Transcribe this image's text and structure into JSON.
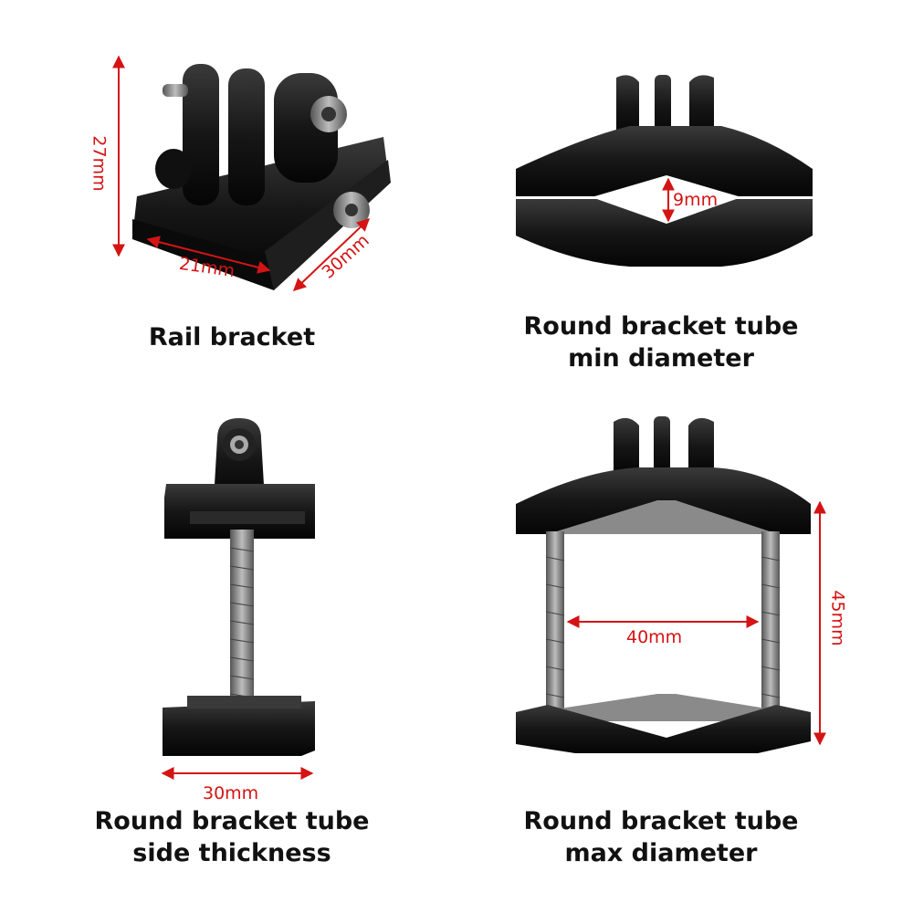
{
  "panels": [
    {
      "caption": [
        "Rail bracket"
      ],
      "dimensions": {
        "height": "27mm",
        "width": "21mm",
        "depth": "30mm"
      }
    },
    {
      "caption": [
        "Round bracket tube",
        "min diameter"
      ],
      "dimensions": {
        "gap": "9mm"
      }
    },
    {
      "caption": [
        "Round bracket tube",
        "side thickness"
      ],
      "dimensions": {
        "thickness": "30mm"
      }
    },
    {
      "caption": [
        "Round bracket tube",
        "max diameter"
      ],
      "dimensions": {
        "width": "40mm",
        "height": "45mm"
      }
    }
  ],
  "colors": {
    "dimension": "#d41414",
    "part": "#141414",
    "metal": "#8a8a8a"
  }
}
